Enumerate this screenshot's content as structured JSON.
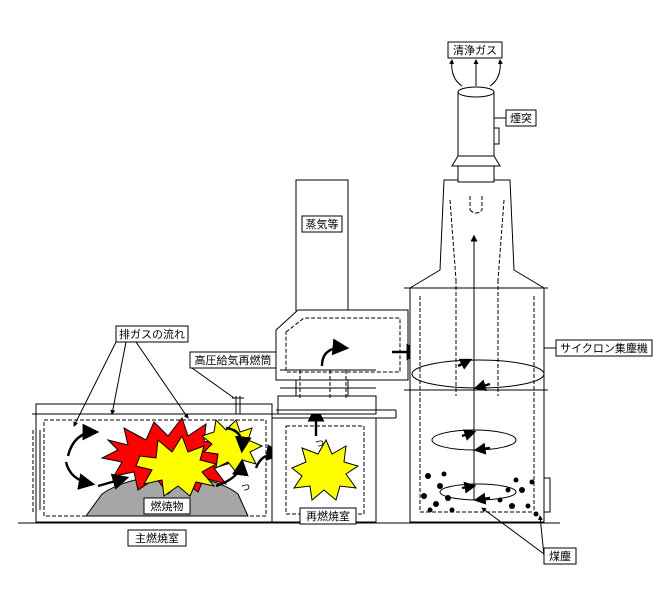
{
  "labels": {
    "clean_gas": "清浄ガス",
    "chimney": "煙突",
    "steam": "蒸気等",
    "exhaust_flow": "排ガスの流れ",
    "hp_air_tube": "高圧給気再燃筒",
    "cyclone": "サイクロン集塵機",
    "burning_material": "燃焼物",
    "reburn_chamber": "再燃焼室",
    "main_chamber": "主燃焼室",
    "dust": "煤塵"
  },
  "colors": {
    "flame_red": "#ff0000",
    "flame_yellow": "#ffff00",
    "ash_gray": "#a6a6a6",
    "line": "#000000",
    "background": "#ffffff"
  }
}
